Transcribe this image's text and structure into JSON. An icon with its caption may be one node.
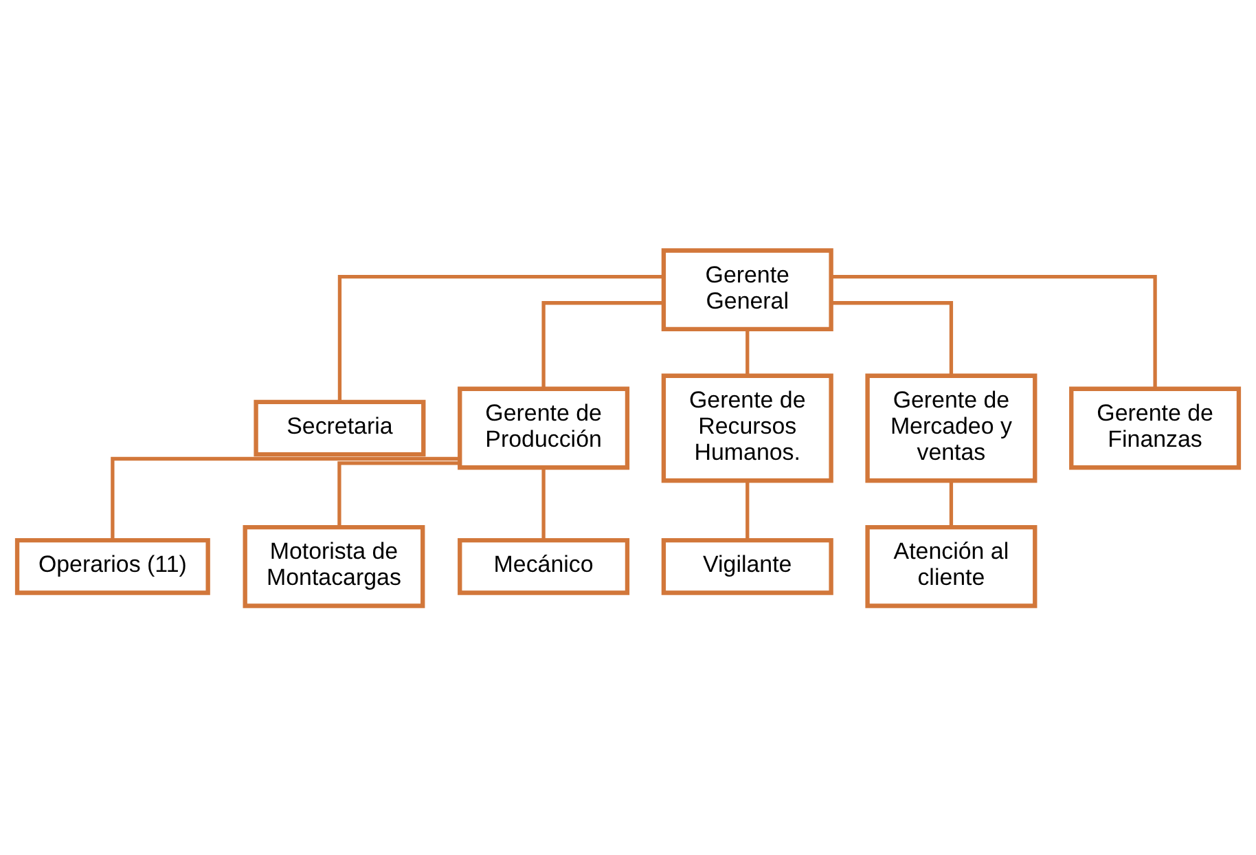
{
  "diagram": {
    "nodes": [
      {
        "text": [
          "Gerente General"
        ]
      },
      {
        "text": [
          "Secretaria"
        ]
      },
      {
        "text": [
          "Gerente de Producción"
        ]
      },
      {
        "text": [
          "Gerente de Recursos Humanos."
        ]
      },
      {
        "text": [
          "Gerente de Mercadeo y ventas"
        ]
      },
      {
        "text": [
          "Gerente de Finanzas"
        ]
      },
      {
        "text": [
          "Operarios (11)"
        ]
      },
      {
        "text": [
          "Motorista de Montacargas"
        ]
      },
      {
        "text": [
          "Mecánico"
        ]
      },
      {
        "text": [
          "Vigilante"
        ]
      },
      {
        "text": [
          "Atención al cliente"
        ]
      }
    ],
    "edges": [
      {
        "from": 0,
        "to": 1,
        "arrow": "none"
      },
      {
        "from": 0,
        "to": 2,
        "arrow": "none"
      },
      {
        "from": 0,
        "to": 3,
        "arrow": "none"
      },
      {
        "from": 0,
        "to": 4,
        "arrow": "none"
      },
      {
        "from": 0,
        "to": 5,
        "arrow": "none"
      },
      {
        "from": 2,
        "to": 6,
        "arrow": "none"
      },
      {
        "from": 2,
        "to": 7,
        "arrow": "none"
      },
      {
        "from": 2,
        "to": 8,
        "arrow": "none"
      },
      {
        "from": 3,
        "to": 9,
        "arrow": "none"
      },
      {
        "from": 4,
        "to": 10,
        "arrow": "none"
      }
    ]
  }
}
